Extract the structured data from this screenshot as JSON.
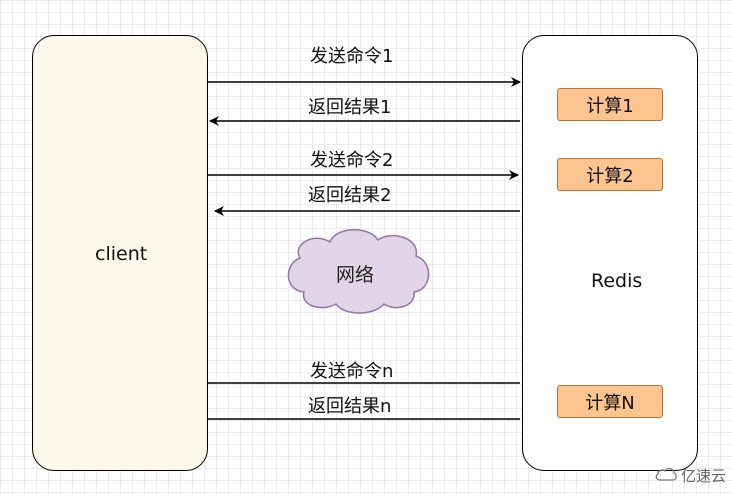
{
  "client": {
    "label": "client"
  },
  "redis": {
    "label": "Redis"
  },
  "calculations": [
    "计算1",
    "计算2",
    "计算N"
  ],
  "messages": {
    "send_1": "发送命令1",
    "return_1": "返回结果1",
    "send_2": "发送命令2",
    "return_2": "返回结果2",
    "send_n": "发送命令n",
    "return_n": "返回结果n"
  },
  "network": {
    "label": "网络"
  },
  "watermark": {
    "text": "亿速云"
  },
  "colors": {
    "client_fill": "#fbf8ea",
    "calc_fill": "#fcc48f",
    "calc_border": "#b87333",
    "cloud_fill": "#e1d5e7",
    "cloud_border": "#9673a6"
  }
}
